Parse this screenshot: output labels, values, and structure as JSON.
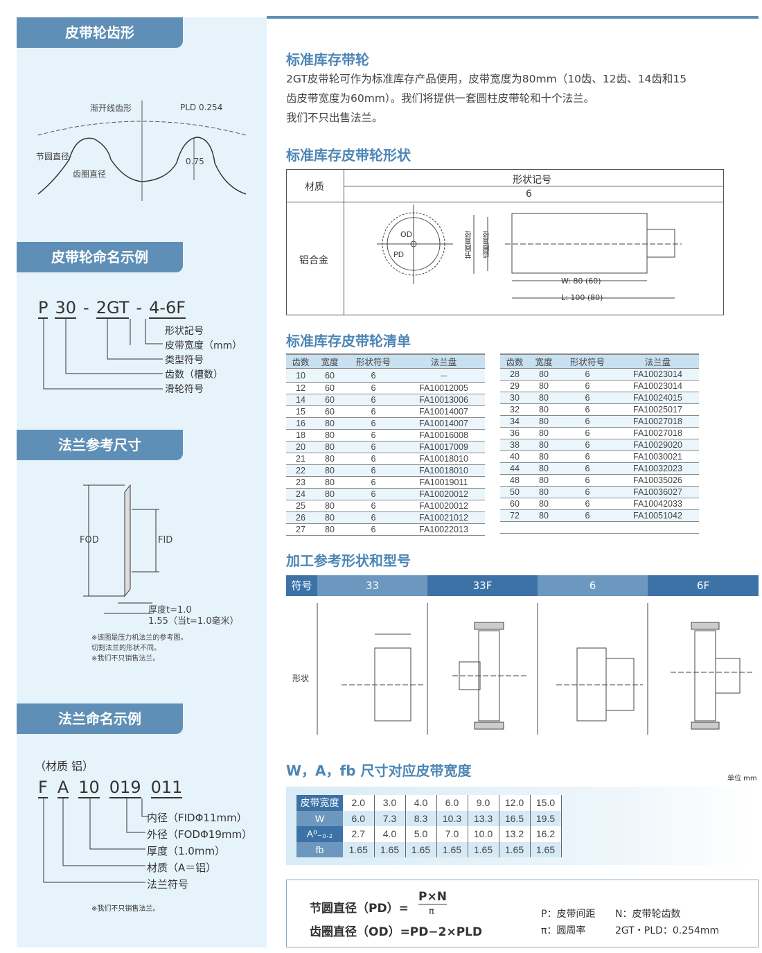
{
  "left": {
    "tab1": "皮带轮齿形",
    "tooth": {
      "involute": "渐开线齿形",
      "pld": "PLD 0.254",
      "pitch": "节圆直径",
      "outer": "齿圈直径",
      "depth": "0.75"
    },
    "tab2": "皮带轮命名示例",
    "naming": {
      "code": [
        "P",
        "30",
        "2GT",
        "4-6F"
      ],
      "labels": [
        "形状記号",
        "皮带宽度（mm）",
        "类型符号",
        "齿数（槽数）",
        "滑轮符号"
      ]
    },
    "tab3": "法兰参考尺寸",
    "flange": {
      "fod": "FOD",
      "fid": "FID",
      "thick": "厚度t=1.0",
      "dim": "1.55（当t=1.0毫米）",
      "notes": [
        "※该图是压力机法兰的参考图。",
        "切割法兰的形状不同。",
        "※我们不只销售法兰。"
      ]
    },
    "tab4": "法兰命名示例",
    "fname": {
      "material": "（材质 铝）",
      "code": [
        "F",
        "A",
        "10",
        "019",
        "011"
      ],
      "labels": [
        "内径（FIDΦ11mm）",
        "外径（FODΦ19mm）",
        "厚度（1.0mm）",
        "材质（A＝铝）",
        "法兰符号"
      ],
      "note": "※我们不只销售法兰。"
    }
  },
  "sec1": {
    "title": "标准库存带轮",
    "lines": [
      "2GT皮带轮可作为标准库存产品使用，皮带宽度为80mm（10齿、12齿、14齿和15",
      "齿皮带宽度为60mm）。我们将提供一套圆柱皮带轮和十个法兰。",
      "我们不只出售法兰。"
    ]
  },
  "sec2": {
    "title": "标准库存皮带轮形状",
    "material_h": "材质",
    "shape_h": "形状记号",
    "shape_val": "6",
    "material": "铝合金",
    "od": "OD",
    "pd": "PD",
    "pitch": "节圆直径",
    "outer": "齿圈直径",
    "w": "W: 80 (60)",
    "l": "L: 100 (80)"
  },
  "sec3": {
    "title": "标准库存皮带轮清单",
    "headers": [
      "齿数",
      "宽度",
      "形状符号",
      "法兰盘"
    ],
    "left": [
      [
        "10",
        "60",
        "6",
        "－"
      ],
      [
        "12",
        "60",
        "6",
        "FA10012005"
      ],
      [
        "14",
        "60",
        "6",
        "FA10013006"
      ],
      [
        "15",
        "60",
        "6",
        "FA10014007"
      ],
      [
        "16",
        "80",
        "6",
        "FA10014007"
      ],
      [
        "18",
        "80",
        "6",
        "FA10016008"
      ],
      [
        "20",
        "80",
        "6",
        "FA10017009"
      ],
      [
        "21",
        "80",
        "6",
        "FA10018010"
      ],
      [
        "22",
        "80",
        "6",
        "FA10018010"
      ],
      [
        "23",
        "80",
        "6",
        "FA10019011"
      ],
      [
        "24",
        "80",
        "6",
        "FA10020012"
      ],
      [
        "25",
        "80",
        "6",
        "FA10020012"
      ],
      [
        "26",
        "80",
        "6",
        "FA10021012"
      ],
      [
        "27",
        "80",
        "6",
        "FA10022013"
      ]
    ],
    "right": [
      [
        "28",
        "80",
        "6",
        "FA10023014"
      ],
      [
        "29",
        "80",
        "6",
        "FA10023014"
      ],
      [
        "30",
        "80",
        "6",
        "FA10024015"
      ],
      [
        "32",
        "80",
        "6",
        "FA10025017"
      ],
      [
        "34",
        "80",
        "6",
        "FA10027018"
      ],
      [
        "36",
        "80",
        "6",
        "FA10027018"
      ],
      [
        "38",
        "80",
        "6",
        "FA10029020"
      ],
      [
        "40",
        "80",
        "6",
        "FA10030021"
      ],
      [
        "44",
        "80",
        "6",
        "FA10032023"
      ],
      [
        "48",
        "80",
        "6",
        "FA10035026"
      ],
      [
        "50",
        "80",
        "6",
        "FA10036027"
      ],
      [
        "60",
        "80",
        "6",
        "FA10042033"
      ],
      [
        "72",
        "80",
        "6",
        "FA10051042"
      ],
      [
        "",
        "",
        "",
        ""
      ]
    ]
  },
  "sec4": {
    "title": "加工参考形状和型号",
    "cols": [
      "符号",
      "33",
      "33F",
      "6",
      "6F"
    ],
    "row_label": "形状"
  },
  "sec5": {
    "title": "W，A，fb 尺寸对应皮带宽度",
    "unit": "单位 mm",
    "rows": [
      {
        "h": "皮带宽度",
        "v": [
          "2.0",
          "3.0",
          "4.0",
          "6.0",
          "9.0",
          "12.0",
          "15.0"
        ]
      },
      {
        "h": "W",
        "v": [
          "6.0",
          "7.3",
          "8.3",
          "10.3",
          "13.3",
          "16.5",
          "19.5"
        ]
      },
      {
        "h": "A⁰₋₀.₂",
        "v": [
          "2.7",
          "4.0",
          "5.0",
          "7.0",
          "10.0",
          "13.2",
          "16.2"
        ]
      },
      {
        "h": "fb",
        "v": [
          "1.65",
          "1.65",
          "1.65",
          "1.65",
          "1.65",
          "1.65",
          "1.65"
        ]
      }
    ]
  },
  "formula": {
    "pd": "节圆直径（PD）=",
    "num": "P×N",
    "den": "π",
    "od": "齿圈直径（OD）=PD−2×PLD",
    "p": "P：皮带间距",
    "n": "N：皮带轮齿数",
    "pi": "π：圆周率",
    "pld": "2GT・PLD：0.254mm"
  }
}
